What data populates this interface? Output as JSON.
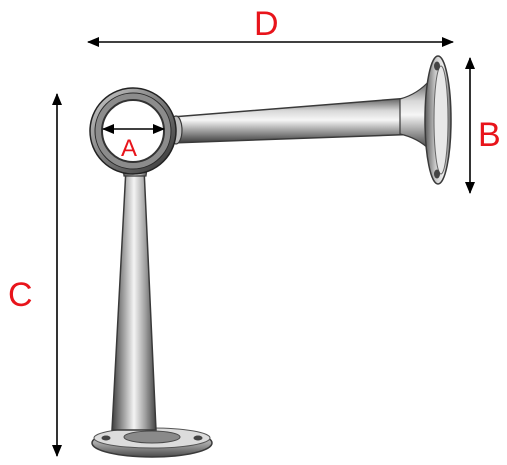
{
  "dimensions": {
    "A": "A",
    "B": "B",
    "C": "C",
    "D": "D"
  },
  "colors": {
    "label": "#e8141b",
    "arrow": "#000000",
    "metal_dark": "#4a4a4a",
    "metal_mid": "#a9a9a9",
    "metal_light": "#f2f2f2"
  },
  "icons": [
    "double-headed-arrow",
    "handrail-bracket"
  ]
}
